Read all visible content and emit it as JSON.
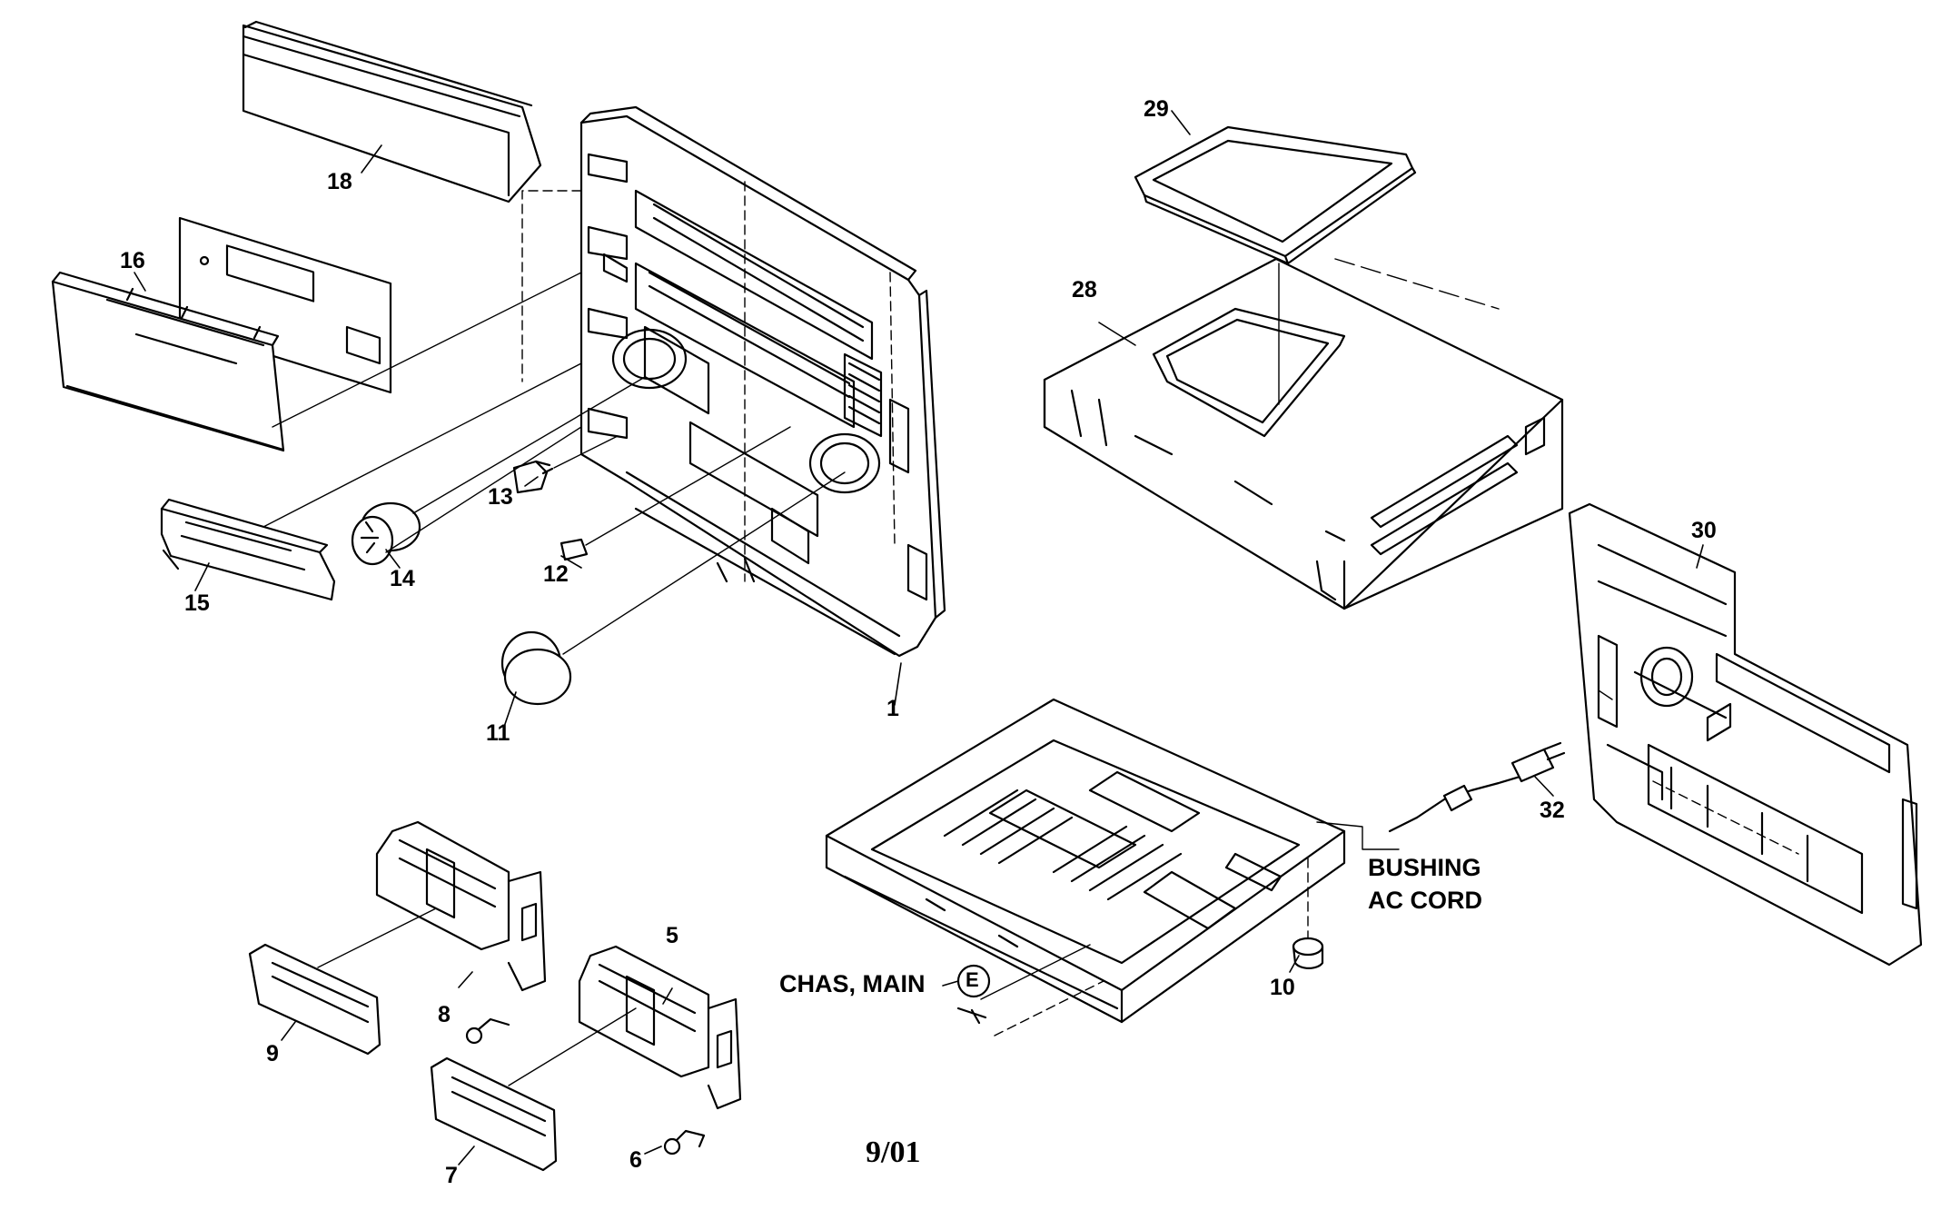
{
  "diagram": {
    "labels": {
      "p1": "1",
      "p5": "5",
      "p6": "6",
      "p7": "7",
      "p8": "8",
      "p9": "9",
      "p10": "10",
      "p11": "11",
      "p12": "12",
      "p13": "13",
      "p14": "14",
      "p15": "15",
      "p16": "16",
      "p18": "18",
      "p28": "28",
      "p29": "29",
      "p30": "30",
      "p32": "32",
      "chassis": "CHAS, MAIN",
      "bushing": "BUSHING",
      "ac_cord": "AC CORD",
      "e_ring": "E"
    },
    "footer": "9/01"
  }
}
